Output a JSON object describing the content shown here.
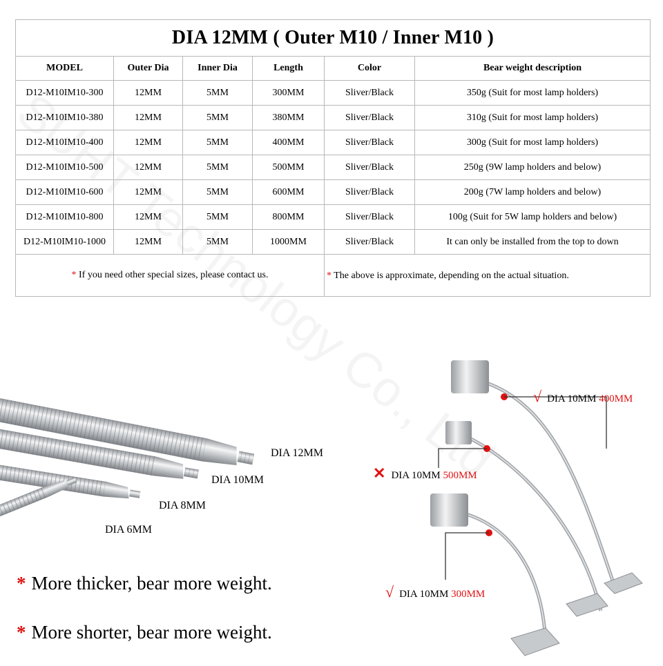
{
  "table": {
    "title": "DIA 12MM  ( Outer M10 / Inner M10 )",
    "headers": [
      "MODEL",
      "Outer Dia",
      "Inner Dia",
      "Length",
      "Color",
      "Bear weight description"
    ],
    "rows": [
      [
        "D12-M10IM10-300",
        "12MM",
        "5MM",
        "300MM",
        "Sliver/Black",
        "350g (Suit for most lamp holders)"
      ],
      [
        "D12-M10IM10-380",
        "12MM",
        "5MM",
        "380MM",
        "Sliver/Black",
        "310g (Suit for most lamp holders)"
      ],
      [
        "D12-M10IM10-400",
        "12MM",
        "5MM",
        "400MM",
        "Sliver/Black",
        "300g (Suit for most lamp holders)"
      ],
      [
        "D12-M10IM10-500",
        "12MM",
        "5MM",
        "500MM",
        "Sliver/Black",
        "250g (9W lamp holders and below)"
      ],
      [
        "D12-M10IM10-600",
        "12MM",
        "5MM",
        "600MM",
        "Sliver/Black",
        "200g (7W lamp holders and below)"
      ],
      [
        "D12-M10IM10-800",
        "12MM",
        "5MM",
        "800MM",
        "Sliver/Black",
        "100g (Suit for 5W lamp holders and below)"
      ],
      [
        "D12-M10IM10-1000",
        "12MM",
        "5MM",
        "1000MM",
        "Sliver/Black",
        "It can only be installed from the top to down"
      ]
    ],
    "note_left": "If you need other special sizes, please contact us.",
    "note_right": "The above is approximate, depending on  the actual situation.",
    "note_marker": "*"
  },
  "tubes": {
    "labels": [
      "DIA 12MM",
      "DIA 10MM",
      "DIA 8MM",
      "DIA 6MM"
    ]
  },
  "lamps": {
    "check_mark": "√",
    "cross_mark": "✕",
    "label_400": {
      "prefix": "DIA 10MM ",
      "highlight": "400MM"
    },
    "label_500": {
      "prefix": "DIA 10MM ",
      "highlight": "500MM"
    },
    "label_300": {
      "prefix": "DIA 10MM ",
      "highlight": "300MM"
    }
  },
  "bullets": {
    "marker": "*",
    "line1": "More thicker, bear more weight.",
    "line2": "More shorter, bear more weight."
  },
  "watermark": "SUHT Technology Co., Ltd",
  "colors": {
    "accent_red": "#e01010",
    "border": "#b8b8b8",
    "metal": "#b9bcc0"
  }
}
